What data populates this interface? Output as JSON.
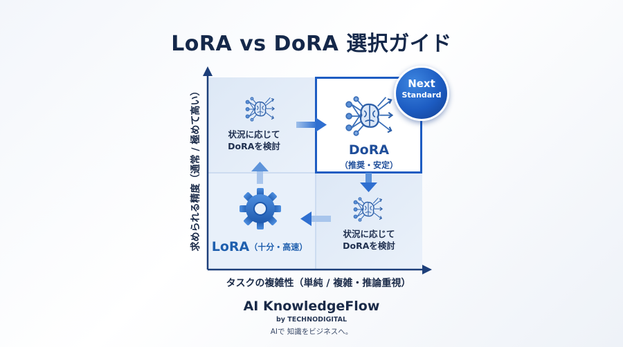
{
  "title": "LoRA vs DoRA 選択ガイド",
  "quadrants": {
    "top_left_text": "状況に応じて\nDoRAを検討",
    "bottom_right_text": "状況に応じて\nDoRAを検討",
    "dora": {
      "name": "DoRA",
      "note": "（推奨・安定）"
    },
    "lora": {
      "name": "LoRA",
      "note": "（十分・高速）"
    }
  },
  "badge": {
    "line1": "Next",
    "line2": "Standard"
  },
  "axes": {
    "x_label": "タスクの複雑性（単純 / 複雑・推論重視）",
    "y_label": "求められる精度（通常 / 極めて高い）"
  },
  "footer": {
    "brand": "AI KnowledgeFlow",
    "by": "by TECHNODIGITAL",
    "tagline": "AIで 知識をビジネスへ。"
  },
  "icons": [
    "neural-brain-icon",
    "gear-icon",
    "arrow-right-icon",
    "arrow-down-icon",
    "arrow-left-icon",
    "arrow-up-icon"
  ],
  "colors": {
    "accent": "#1d5cc2",
    "quadrant_bg": "#e6eef9",
    "axis": "#1d3f7a"
  }
}
